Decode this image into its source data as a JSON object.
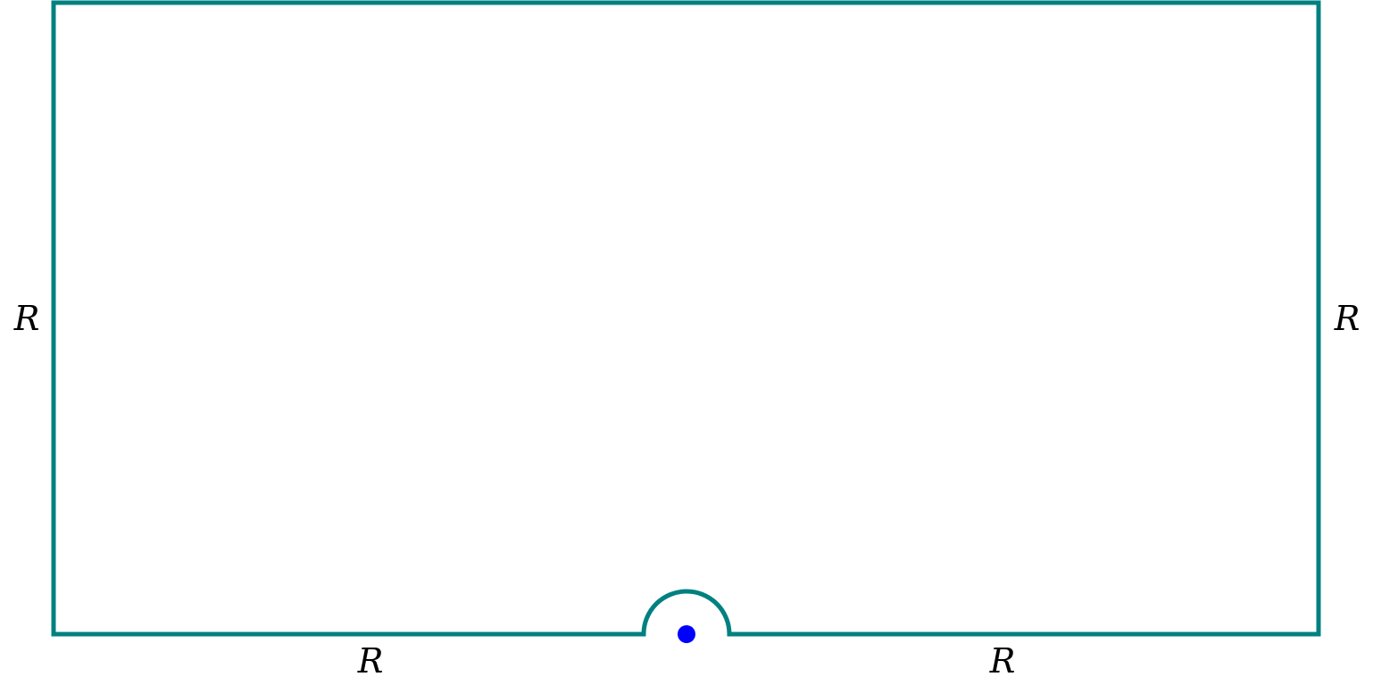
{
  "colors": {
    "contour": "#008080",
    "pole": "#0000ff",
    "label": "#000000",
    "background": "#ffffff"
  },
  "labels": {
    "left_side": "R",
    "right_side": "R",
    "bottom_left": "R",
    "bottom_right": "R"
  }
}
